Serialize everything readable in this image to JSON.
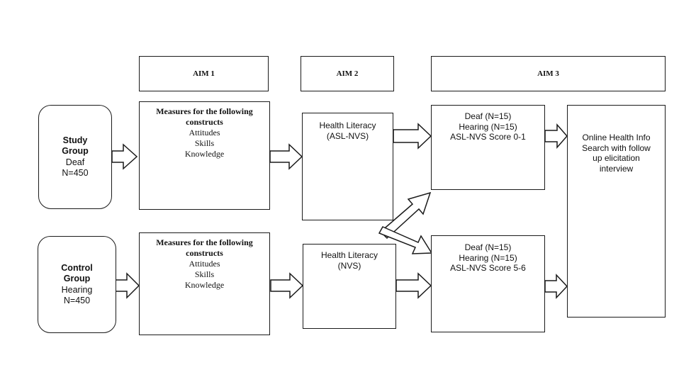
{
  "aims": [
    "AIM 1",
    "AIM 2",
    "AIM 3"
  ],
  "study_group": {
    "title_line1": "Study",
    "title_line2": "Group",
    "type": "Deaf",
    "n": "N=450"
  },
  "control_group": {
    "title_line1": "Control",
    "title_line2": "Group",
    "type": "Hearing",
    "n": "N=450"
  },
  "measures": {
    "title_line1": "Measures for the following",
    "title_line2": "constructs",
    "items": [
      "Attitudes",
      "Skills",
      "Knowledge"
    ]
  },
  "health_literacy_asl": {
    "line1": "Health Literacy",
    "line2": "(ASL-NVS)"
  },
  "health_literacy_nvs": {
    "line1": "Health Literacy",
    "line2": "(NVS)"
  },
  "low_score_group": {
    "line1": "Deaf (N=15)",
    "line2": "Hearing (N=15)",
    "line3": "ASL-NVS Score 0-1"
  },
  "high_score_group": {
    "line1": "Deaf (N=15)",
    "line2": "Hearing (N=15)",
    "line3": "ASL-NVS Score 5-6"
  },
  "online_search": {
    "line1": "Online Health Info",
    "line2": "Search with follow",
    "line3": "up elicitation",
    "line4": "interview"
  },
  "colors": {
    "stroke": "#1a1a1a",
    "background": "#ffffff"
  }
}
